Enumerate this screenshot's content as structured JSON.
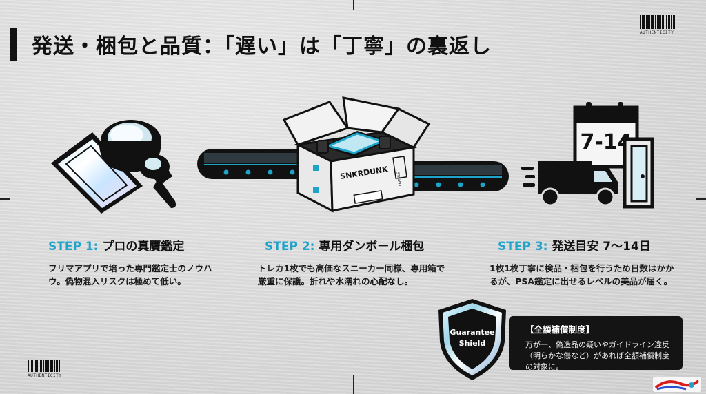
{
  "title": "発送・梱包と品質：「遅い」は「丁寧」の裏返し",
  "barcode_label": "AUTHENTICITY",
  "steps": [
    {
      "num": "STEP 1:",
      "label": "プロの真贋鑑定",
      "desc": "フリマアプリで培った専門鑑定士のノウハウ。偽物混入リスクは極めて低い。",
      "icon": "magnifier-on-card-icon"
    },
    {
      "num": "STEP 2:",
      "label": "専用ダンボール梱包",
      "desc": "トレカ1枚でも高価なスニーカー同様、専用箱で厳重に保護。折れや水濡れの心配なし。",
      "icon": "box-on-conveyor-icon"
    },
    {
      "num": "STEP 3:",
      "label": "発送目安 7〜14日",
      "desc": "1枚1枚丁寧に検品・梱包を行うため日数はかかるが、PSA鑑定に出せるレベルの美品が届く。",
      "icon": "truck-calendar-icon"
    }
  ],
  "box_brand": "SNKRDUNK",
  "box_side_label": "FRAGILE",
  "calendar_days": "7-14",
  "shield": {
    "line1": "Guarantee",
    "line2": "Shield"
  },
  "guarantee": {
    "title": "【全額補償制度】",
    "text": "万が一、偽造品の疑いやガイドライン違反（明らかな傷など）があれば全額補償制度の対象に。"
  },
  "colors": {
    "accent": "#1ea3c9",
    "dark": "#111111",
    "background": "#dcdcdc"
  }
}
